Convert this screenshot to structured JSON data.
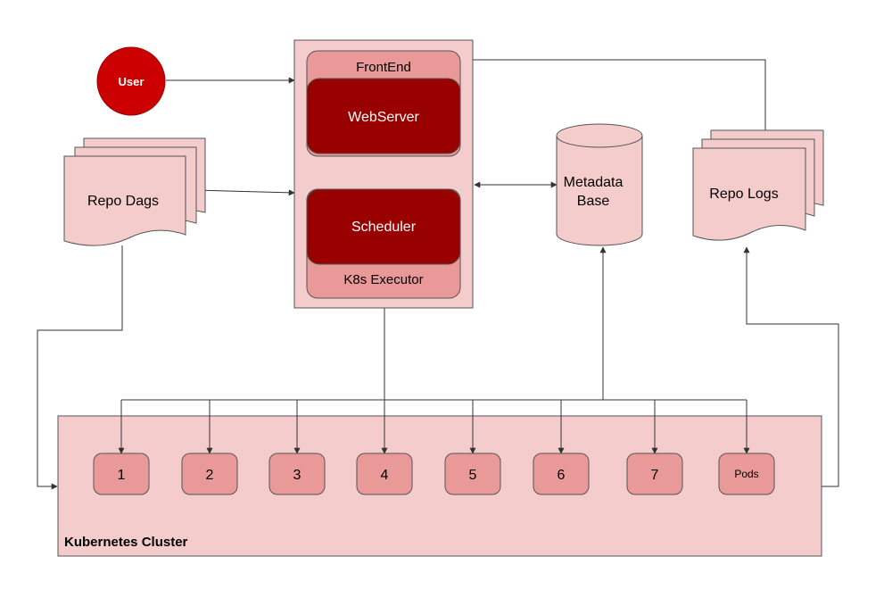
{
  "user": {
    "label": "User"
  },
  "airflow": {
    "frontend": "FrontEnd",
    "webserver": "WebServer",
    "scheduler": "Scheduler",
    "executor": "K8s Executor"
  },
  "repo_dags": {
    "label": "Repo Dags"
  },
  "metadata_db": {
    "line1": "Metadata",
    "line2": "Base"
  },
  "repo_logs": {
    "label": "Repo Logs"
  },
  "cluster": {
    "title": "Kubernetes Cluster",
    "pods": [
      "1",
      "2",
      "3",
      "4",
      "5",
      "6",
      "7",
      "Pods"
    ]
  },
  "colors": {
    "user_fill": "#cc0000",
    "dark_red": "#990000",
    "light_pink": "#f4cccc",
    "mid_pink": "#ea9999",
    "stroke": "#444444"
  }
}
